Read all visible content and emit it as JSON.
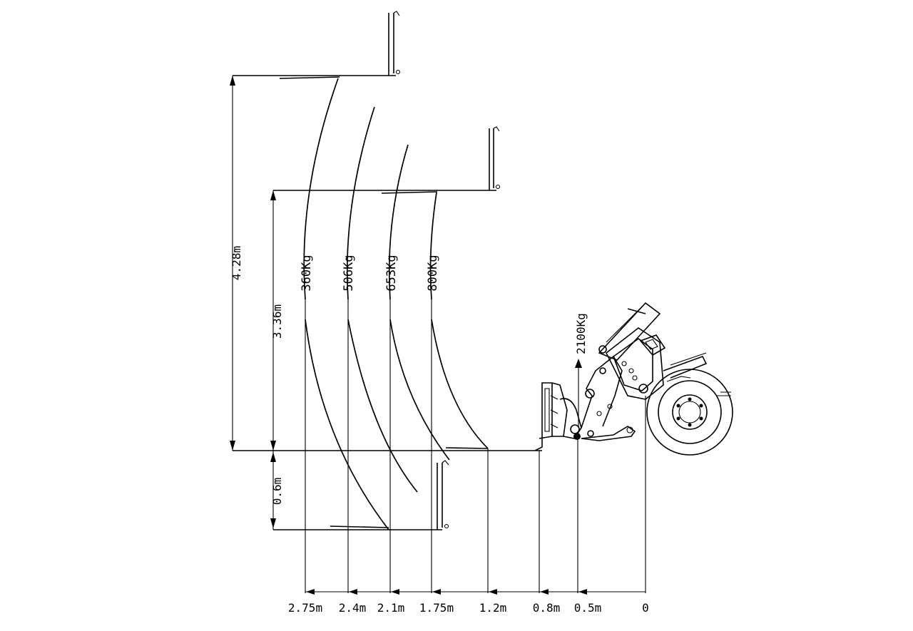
{
  "load_chart": {
    "height_labels": {
      "h1": "4.28m",
      "h2": "3.36m",
      "h3": "0.6m"
    },
    "capacity_labels": [
      "360Kg",
      "506Kg",
      "653Kg",
      "800Kg"
    ],
    "max_capacity_label": "2100Kg",
    "distance_labels": [
      "2.75m",
      "2.4m",
      "2.1m",
      "1.75m",
      "1.2m",
      "0.8m",
      "0.5m",
      "0"
    ],
    "line_color": "#000000",
    "background_color": "#ffffff"
  }
}
